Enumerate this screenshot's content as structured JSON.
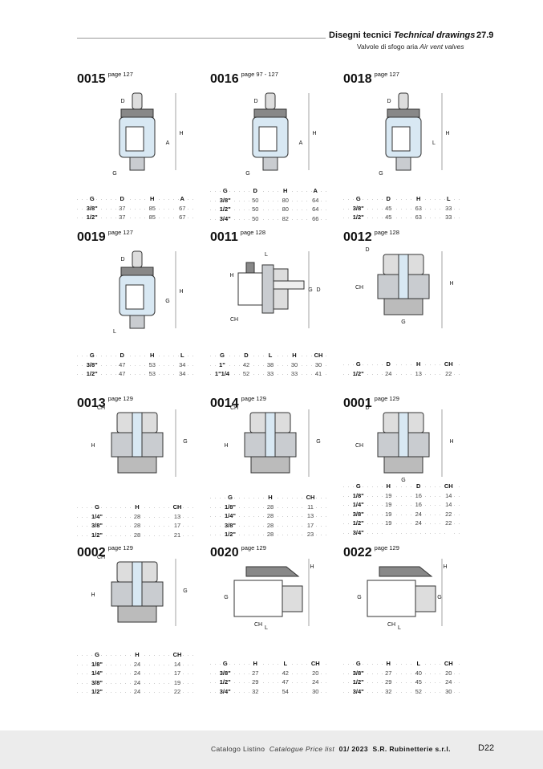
{
  "header": {
    "title_it": "Disegni tecnici",
    "title_en": "Technical drawings",
    "section": "27.9",
    "subtitle_it": "Valvole di sfogo aria",
    "subtitle_en": "Air vent valves"
  },
  "products": [
    {
      "code": "0015",
      "page": "page 127",
      "type": "vent",
      "dims": [
        "D",
        "H",
        "A",
        "G"
      ],
      "columns": [
        "G",
        "D",
        "H",
        "A"
      ],
      "rows": [
        [
          "3/8\"",
          "37",
          "85",
          "67"
        ],
        [
          "1/2\"",
          "37",
          "85",
          "67"
        ]
      ]
    },
    {
      "code": "0016",
      "page": "page 97 - 127",
      "type": "vent",
      "dims": [
        "D",
        "H",
        "A",
        "G"
      ],
      "columns": [
        "G",
        "D",
        "H",
        "A"
      ],
      "rows": [
        [
          "3/8\"",
          "50",
          "80",
          "64"
        ],
        [
          "1/2\"",
          "50",
          "80",
          "64"
        ],
        [
          "3/4\"",
          "50",
          "82",
          "66"
        ]
      ]
    },
    {
      "code": "0018",
      "page": "page 127",
      "type": "vent",
      "dims": [
        "D",
        "H",
        "L",
        "G"
      ],
      "columns": [
        "G",
        "D",
        "H",
        "L"
      ],
      "rows": [
        [
          "3/8\"",
          "45",
          "63",
          "33"
        ],
        [
          "1/2\"",
          "45",
          "63",
          "33"
        ]
      ]
    },
    {
      "code": "0019",
      "page": "page 127",
      "type": "vent",
      "dims": [
        "D",
        "H",
        "G",
        "L"
      ],
      "columns": [
        "G",
        "D",
        "H",
        "L"
      ],
      "rows": [
        [
          "3/8\"",
          "47",
          "53",
          "34"
        ],
        [
          "1/2\"",
          "47",
          "53",
          "34"
        ]
      ]
    },
    {
      "code": "0011",
      "page": "page 128",
      "type": "side",
      "dims": [
        "L",
        "H",
        "G",
        "D",
        "CH"
      ],
      "columns": [
        "G",
        "D",
        "L",
        "H",
        "CH"
      ],
      "rows": [
        [
          "1\"",
          "42",
          "38",
          "30",
          "30"
        ],
        [
          "1\"1/4",
          "52",
          "33",
          "33",
          "41"
        ]
      ]
    },
    {
      "code": "0012",
      "page": "page 128",
      "type": "cap",
      "dims": [
        "D",
        "CH",
        "H",
        "G"
      ],
      "columns": [
        "G",
        "D",
        "H",
        "CH"
      ],
      "rows": [
        [
          "1/2\"",
          "24",
          "13",
          "22"
        ]
      ]
    },
    {
      "code": "0013",
      "page": "page 129",
      "type": "cap",
      "dims": [
        "CH",
        "H",
        "G"
      ],
      "columns": [
        "G",
        "H",
        "CH"
      ],
      "rows": [
        [
          "1/4\"",
          "28",
          "13"
        ],
        [
          "3/8\"",
          "28",
          "17"
        ],
        [
          "1/2\"",
          "28",
          "21"
        ]
      ]
    },
    {
      "code": "0014",
      "page": "page 129",
      "type": "cap",
      "dims": [
        "CH",
        "H",
        "G"
      ],
      "columns": [
        "G",
        "H",
        "CH"
      ],
      "rows": [
        [
          "1/8\"",
          "28",
          "11"
        ],
        [
          "1/4\"",
          "28",
          "13"
        ],
        [
          "3/8\"",
          "28",
          "17"
        ],
        [
          "1/2\"",
          "28",
          "23"
        ]
      ]
    },
    {
      "code": "0001",
      "page": "page 129",
      "type": "cap",
      "dims": [
        "D",
        "CH",
        "H",
        "G"
      ],
      "columns": [
        "G",
        "H",
        "D",
        "CH"
      ],
      "rows": [
        [
          "1/8\"",
          "19",
          "16",
          "14"
        ],
        [
          "1/4\"",
          "19",
          "16",
          "14"
        ],
        [
          "3/8\"",
          "19",
          "24",
          "22"
        ],
        [
          "1/2\"",
          "19",
          "24",
          "22"
        ],
        [
          "3/4\"",
          "",
          "",
          ""
        ]
      ]
    },
    {
      "code": "0002",
      "page": "page 129",
      "type": "cap",
      "dims": [
        "CH",
        "H",
        "G"
      ],
      "columns": [
        "G",
        "H",
        "CH"
      ],
      "rows": [
        [
          "1/8\"",
          "24",
          "14"
        ],
        [
          "1/4\"",
          "24",
          "17"
        ],
        [
          "3/8\"",
          "24",
          "19"
        ],
        [
          "1/2\"",
          "24",
          "22"
        ]
      ]
    },
    {
      "code": "0020",
      "page": "page 129",
      "type": "ball",
      "dims": [
        "H",
        "G",
        "CH",
        "L"
      ],
      "columns": [
        "G",
        "H",
        "L",
        "CH"
      ],
      "rows": [
        [
          "3/8\"",
          "27",
          "42",
          "20"
        ],
        [
          "1/2\"",
          "29",
          "47",
          "24"
        ],
        [
          "3/4\"",
          "32",
          "54",
          "30"
        ]
      ]
    },
    {
      "code": "0022",
      "page": "page 129",
      "type": "ball",
      "dims": [
        "H",
        "G",
        "CH",
        "L",
        "G"
      ],
      "columns": [
        "G",
        "H",
        "L",
        "CH"
      ],
      "rows": [
        [
          "3/8\"",
          "27",
          "40",
          "20"
        ],
        [
          "1/2\"",
          "29",
          "45",
          "24"
        ],
        [
          "3/4\"",
          "32",
          "52",
          "30"
        ]
      ]
    }
  ],
  "footer": {
    "catalog_it": "Catalogo Listino",
    "catalog_en": "Catalogue Price list",
    "edition": "01/ 2023",
    "company": "S.R. Rubinetterie s.r.l.",
    "page": "D22"
  },
  "colors": {
    "body": "#c9ccd0",
    "water": "#d8e8f3",
    "line": "#333333"
  }
}
